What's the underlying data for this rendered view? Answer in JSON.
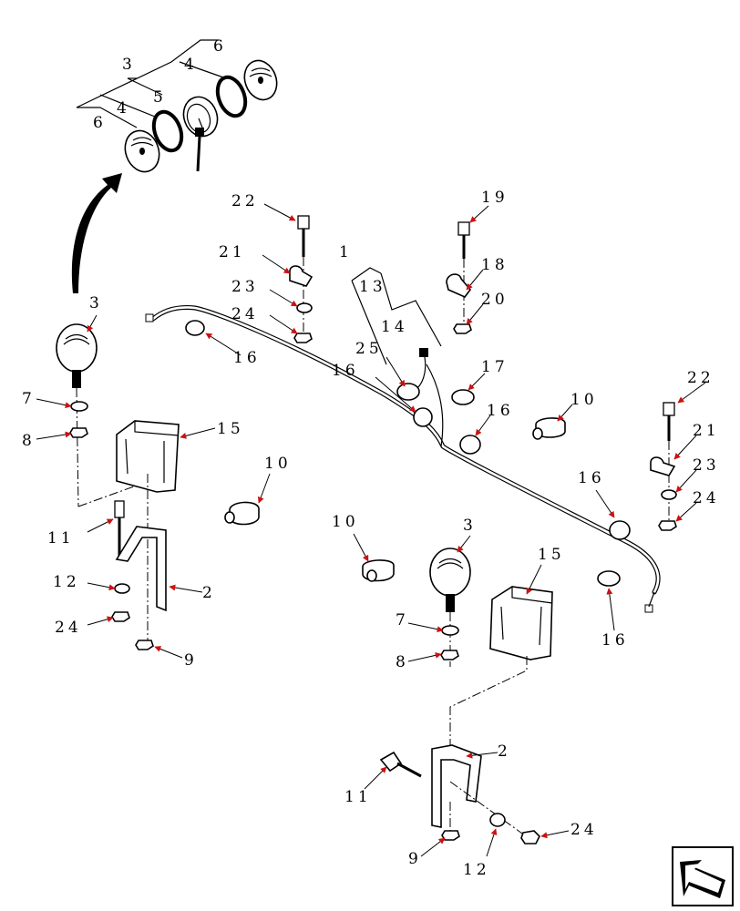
{
  "diagram": {
    "callouts": [
      {
        "id": "c1",
        "text": "1"
      },
      {
        "id": "c2a",
        "text": "2"
      },
      {
        "id": "c2b",
        "text": "2"
      },
      {
        "id": "c3a",
        "text": "3"
      },
      {
        "id": "c3b",
        "text": "3"
      },
      {
        "id": "c3c",
        "text": "3"
      },
      {
        "id": "c4a",
        "text": "4"
      },
      {
        "id": "c4b",
        "text": "4"
      },
      {
        "id": "c5",
        "text": "5"
      },
      {
        "id": "c6a",
        "text": "6"
      },
      {
        "id": "c6b",
        "text": "6"
      },
      {
        "id": "c7a",
        "text": "7"
      },
      {
        "id": "c7b",
        "text": "7"
      },
      {
        "id": "c8a",
        "text": "8"
      },
      {
        "id": "c8b",
        "text": "8"
      },
      {
        "id": "c9a",
        "text": "9"
      },
      {
        "id": "c9b",
        "text": "9"
      },
      {
        "id": "c10a",
        "text": "10"
      },
      {
        "id": "c10b",
        "text": "10"
      },
      {
        "id": "c10c",
        "text": "10"
      },
      {
        "id": "c11a",
        "text": "11"
      },
      {
        "id": "c11b",
        "text": "11"
      },
      {
        "id": "c12a",
        "text": "12"
      },
      {
        "id": "c12b",
        "text": "12"
      },
      {
        "id": "c13",
        "text": "13"
      },
      {
        "id": "c14",
        "text": "14"
      },
      {
        "id": "c15a",
        "text": "15"
      },
      {
        "id": "c15b",
        "text": "15"
      },
      {
        "id": "c16a",
        "text": "16"
      },
      {
        "id": "c16b",
        "text": "16"
      },
      {
        "id": "c16c",
        "text": "16"
      },
      {
        "id": "c16d",
        "text": "16"
      },
      {
        "id": "c16e",
        "text": "16"
      },
      {
        "id": "c17",
        "text": "17"
      },
      {
        "id": "c18",
        "text": "18"
      },
      {
        "id": "c19",
        "text": "19"
      },
      {
        "id": "c20",
        "text": "20"
      },
      {
        "id": "c21a",
        "text": "21"
      },
      {
        "id": "c21b",
        "text": "21"
      },
      {
        "id": "c22a",
        "text": "22"
      },
      {
        "id": "c22b",
        "text": "22"
      },
      {
        "id": "c23a",
        "text": "23"
      },
      {
        "id": "c23b",
        "text": "23"
      },
      {
        "id": "c24a",
        "text": "24"
      },
      {
        "id": "c24b",
        "text": "24"
      },
      {
        "id": "c24c",
        "text": "24"
      },
      {
        "id": "c24d",
        "text": "24"
      },
      {
        "id": "c25",
        "text": "25"
      }
    ],
    "colors": {
      "arrow": "#cc1111",
      "line": "#000000",
      "background": "#ffffff"
    },
    "nav_icon": "page-arrow-icon"
  }
}
